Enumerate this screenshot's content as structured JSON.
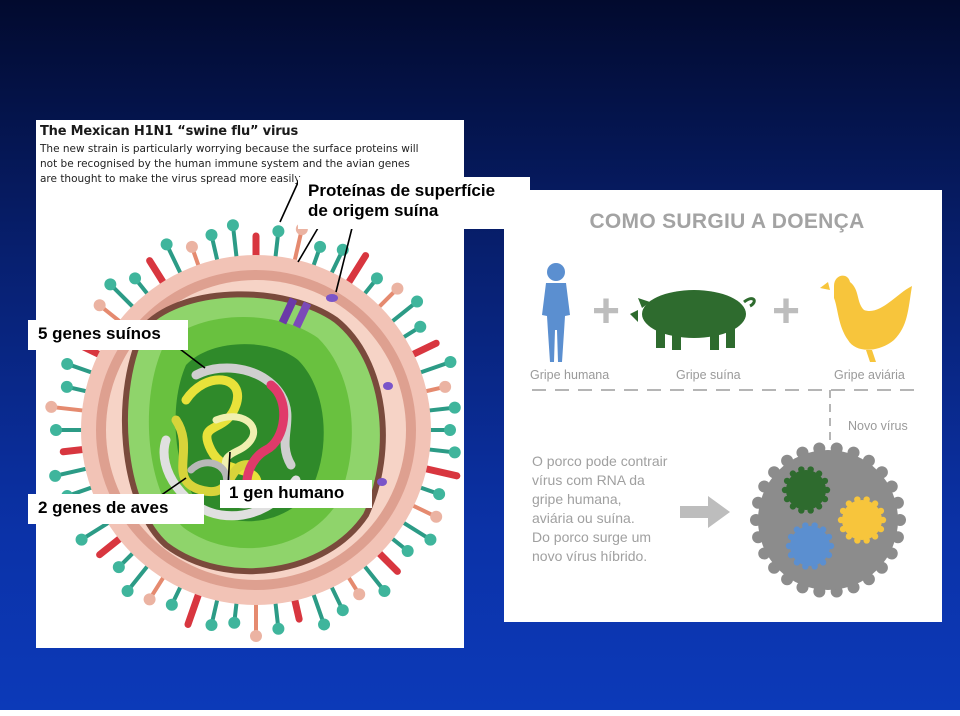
{
  "left_panel": {
    "title": "The Mexican H1N1 “swine flu” virus",
    "description": "The new strain is particularly worrying because the surface proteins will not be recognised by the human immune system and the avian genes are thought to make the virus spread more easily"
  },
  "callouts": {
    "surface_proteins": [
      "Proteínas de superfície",
      "de origem suína"
    ],
    "swine_genes": "5 genes suínos",
    "avian_genes": "2 genes  de aves",
    "human_gene": "1 gen humano"
  },
  "right_panel": {
    "title": "COMO SURGIU A DOENÇA",
    "plus_symbol": "+",
    "labels": {
      "human": "Gripe humana",
      "swine": "Gripe suína",
      "avian": "Gripe aviária",
      "new_virus": "Novo vírus"
    },
    "text_lines": [
      "O porco pode contrair",
      "vírus com RNA da",
      "gripe humana,",
      "aviária ou suína.",
      "Do porco surge um",
      "novo vírus híbrido."
    ],
    "colors": {
      "human": "#5b8fd0",
      "swine": "#2e6b2e",
      "avian": "#f7c53c",
      "gray": "#8c8c8c"
    }
  }
}
